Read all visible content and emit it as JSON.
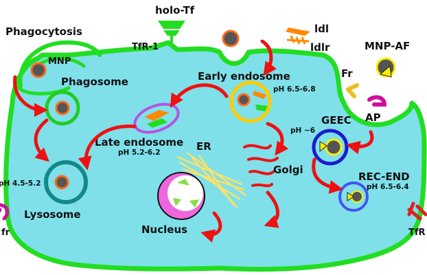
{
  "labels": {
    "phagocytosis": "Phagocytosis",
    "mnp": "MNP",
    "phagosome": "Phagosome",
    "holo_tf": "holo-Tf",
    "tfr1": "TfR-1",
    "ldl": "ldl",
    "ldlr": "ldlr",
    "mnp_af": "MNP-AF",
    "fr": "Fr",
    "ap": "AP",
    "early_endosome": "Early endosome",
    "early_ph": "pH 6.5-6.8",
    "late_endosome": "Late endosome",
    "late_ph": "pH 5.2-6.2",
    "geec": "GEEC",
    "geec_ph": "pH ~6",
    "er": "ER",
    "golgi": "Golgi",
    "lysosome_ph": "pH 4.5-5.2",
    "lysosome": "Lysosome",
    "nucleus": "Nucleus",
    "rec_end": "REC-END",
    "rec_ph": "pH 6.5-6.4",
    "fr_left": "fr",
    "tfr_right": "TfR"
  },
  "colors": {
    "cytoplasm": "#7fe0ea",
    "membrane": "#22dd22",
    "arrow": "#ee1111",
    "nanoparticle": "#555555",
    "nanoparticle_ring": "#ff6a1a",
    "late_endosome_ring": "#b455e0",
    "lysosome_ring": "#138a8a",
    "early_endosome_ring": "#ffcc00",
    "geec_ring": "#1c1ccc",
    "rec_end_ring": "#4455ee",
    "nucleus": "#ee66dd",
    "er": "#ffe066",
    "ldl": "#ff8800",
    "fr_receptor": "#e8c020",
    "ap_receptor": "#cc1199",
    "tfr_right": "#dd2222"
  }
}
